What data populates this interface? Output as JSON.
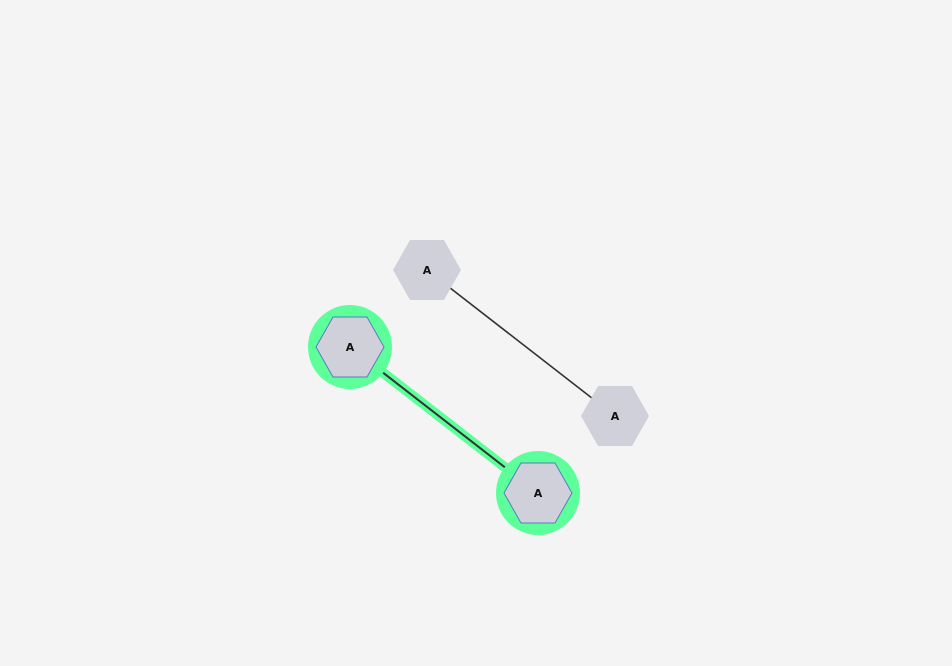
{
  "graph": {
    "nodes": [
      {
        "id": "node-1",
        "label": "A",
        "selected": false
      },
      {
        "id": "node-2",
        "label": "A",
        "selected": false
      },
      {
        "id": "node-3",
        "label": "A",
        "selected": true
      },
      {
        "id": "node-4",
        "label": "A",
        "selected": true
      }
    ],
    "edges": [
      {
        "from": "node-1",
        "to": "node-2",
        "selected": false
      },
      {
        "from": "node-3",
        "to": "node-4",
        "selected": true
      }
    ],
    "colors": {
      "background": "#f4f4f4",
      "node_fill": "#d0d0da",
      "node_selected_stroke": "#5a7dbf",
      "selection_halo": "#5cff99",
      "edge": "#333333"
    }
  }
}
